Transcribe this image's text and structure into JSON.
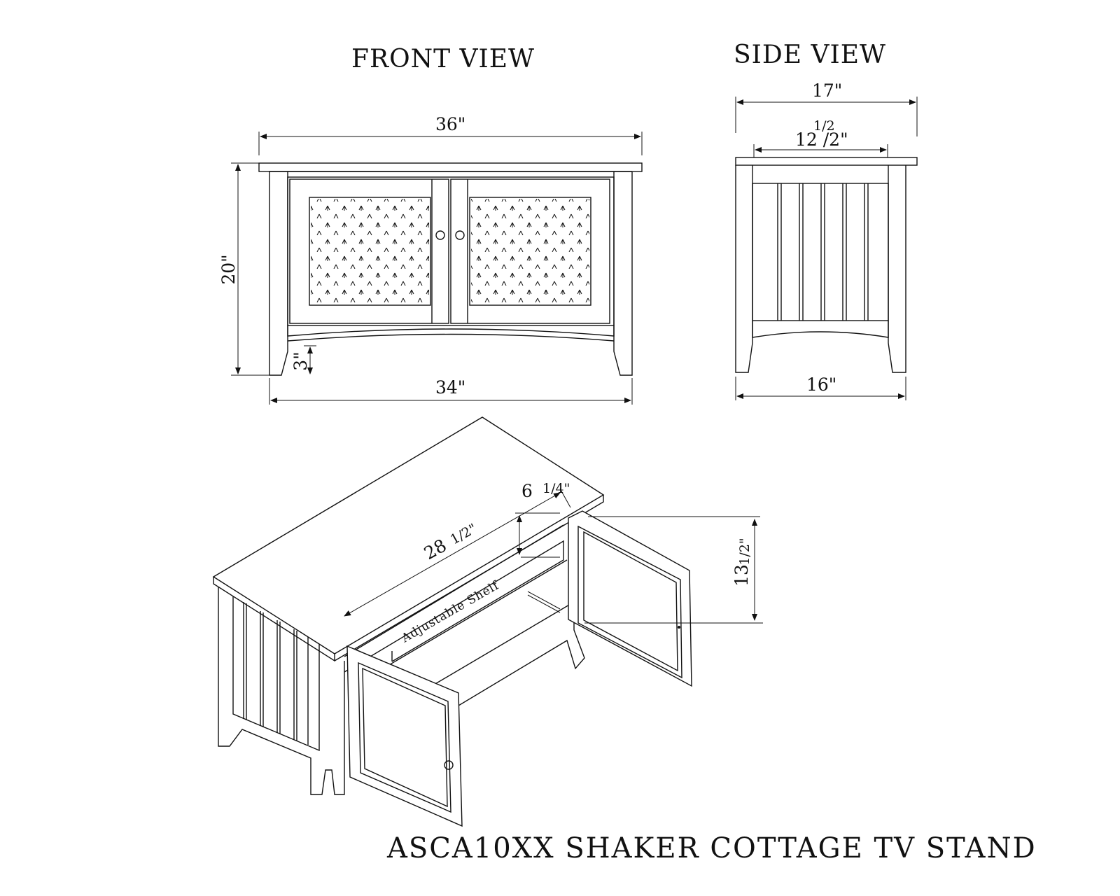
{
  "front_view": {
    "title": "FRONT VIEW",
    "dim_top": "36\"",
    "dim_bottom": "34\"",
    "dim_height": "20\"",
    "dim_leg": "3\""
  },
  "side_view": {
    "title": "SIDE VIEW",
    "dim_top": "17\"",
    "dim_inner_frac": "1/2",
    "dim_inner": "12 /2\"",
    "dim_bottom": "16\""
  },
  "iso_view": {
    "dim_depth_whole": "28",
    "dim_depth_frac": "1/2\"",
    "dim_spacing_whole": "6",
    "dim_spacing_frac": "1/4\"",
    "dim_opening_whole": "13",
    "dim_opening_frac": "1/2\"",
    "shelf_label": "Adjustable Shelf"
  },
  "product_title": "ASCA10XX SHAKER COTTAGE TV STAND"
}
